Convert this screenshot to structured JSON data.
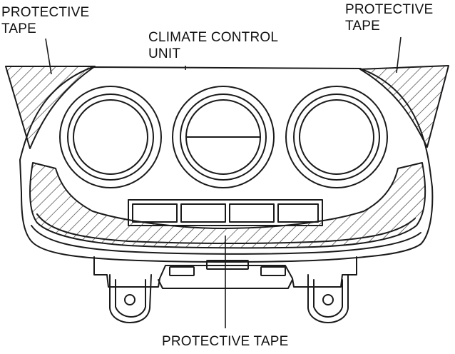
{
  "labels": {
    "top_left_line1": "PROTECTIVE",
    "top_left_line2": "TAPE",
    "top_right_line1": "PROTECTIVE",
    "top_right_line2": "TAPE",
    "center_line1": "CLIMATE CONTROL",
    "center_line2": "UNIT",
    "bottom": "PROTECTIVE TAPE"
  },
  "colors": {
    "line": "#1a1a1a",
    "hatch": "#333333",
    "background": "#ffffff"
  }
}
